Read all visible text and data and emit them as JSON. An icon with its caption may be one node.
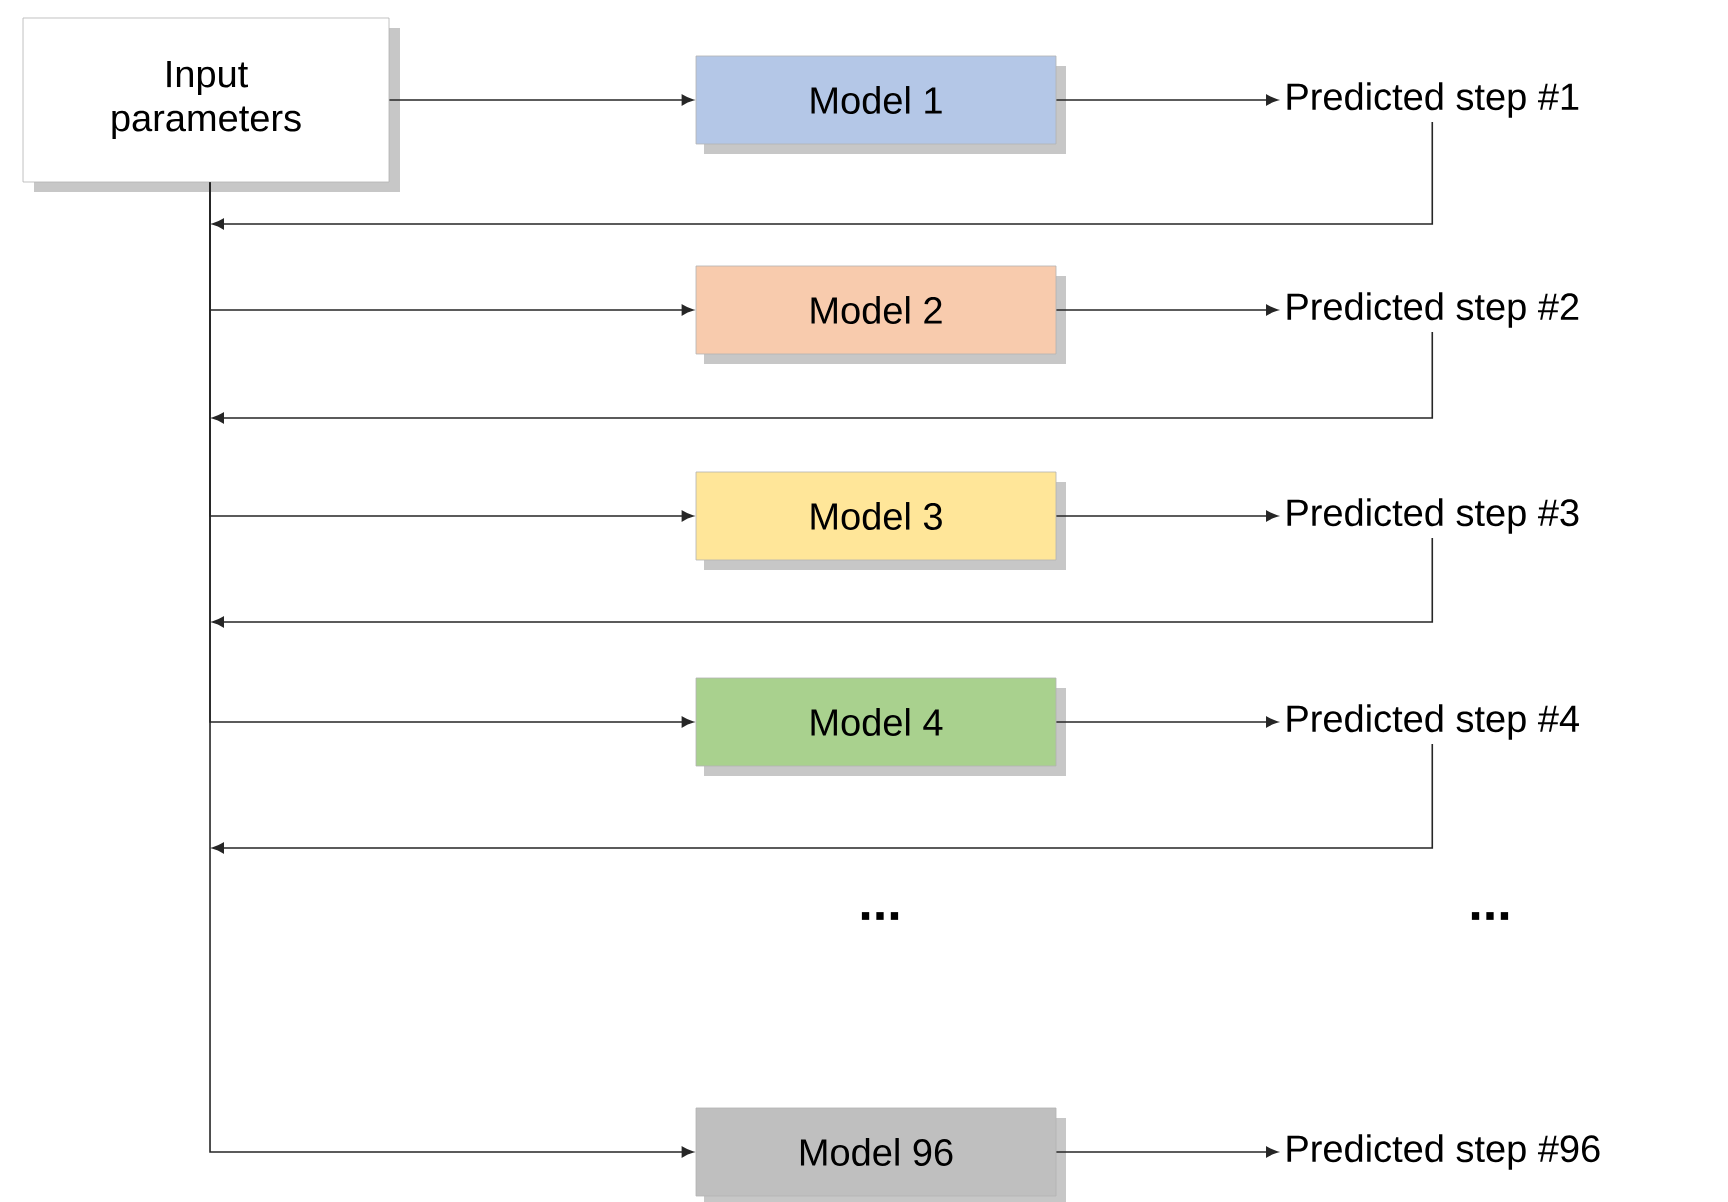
{
  "diagram": {
    "nodes": [
      {
        "text": [
          "Input parameters"
        ]
      },
      {
        "text": [
          "Model 1"
        ]
      },
      {
        "text": [
          "Predicted step #1"
        ]
      },
      {
        "text": [
          "Model 2"
        ]
      },
      {
        "text": [
          "Predicted step #2"
        ]
      },
      {
        "text": [
          "Model 3"
        ]
      },
      {
        "text": [
          "Predicted step #3"
        ]
      },
      {
        "text": [
          "Model 4"
        ]
      },
      {
        "text": [
          "Predicted step #4"
        ]
      },
      {
        "text": [
          "Model 96"
        ]
      },
      {
        "text": [
          "Predicted step #96"
        ]
      }
    ],
    "edges": [
      {
        "from": 0,
        "to": 1,
        "arrow": "to"
      },
      {
        "from": 1,
        "to": 2,
        "arrow": "to"
      },
      {
        "from": 2,
        "to": null,
        "arrow": "to"
      },
      {
        "from": 0,
        "to": 3,
        "arrow": "to"
      },
      {
        "from": 3,
        "to": 4,
        "arrow": "to"
      },
      {
        "from": 4,
        "to": null,
        "arrow": "to"
      },
      {
        "from": 0,
        "to": 5,
        "arrow": "to"
      },
      {
        "from": 5,
        "to": 6,
        "arrow": "to"
      },
      {
        "from": 6,
        "to": null,
        "arrow": "to"
      },
      {
        "from": 0,
        "to": 7,
        "arrow": "to"
      },
      {
        "from": 7,
        "to": 8,
        "arrow": "to"
      },
      {
        "from": 8,
        "to": null,
        "arrow": "to"
      },
      {
        "from": 0,
        "to": 9,
        "arrow": "to"
      },
      {
        "from": 9,
        "to": 10,
        "arrow": "to"
      }
    ],
    "labels": [
      "...",
      "..."
    ]
  }
}
